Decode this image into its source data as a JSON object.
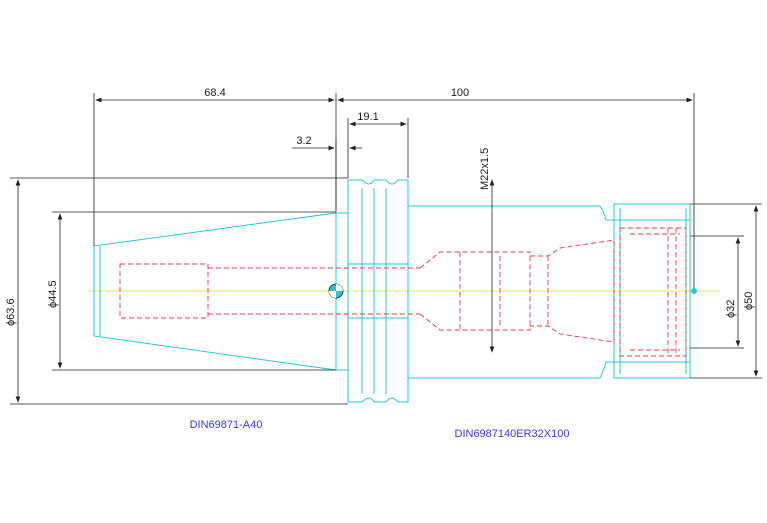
{
  "dimensions": {
    "len_taper": "68.4",
    "len_total": "100",
    "len_flange": "19.1",
    "len_gap": "3.2",
    "thread": "M22x1.5",
    "dia_63": "ϕ63.6",
    "dia_44": "ϕ44.5",
    "dia_50": "ϕ50",
    "dia_32": "ϕ32"
  },
  "captions": {
    "left": "DIN69871-A40",
    "right": "DIN6987140ER32X100"
  },
  "colors": {
    "outline": "#29c6d8",
    "hidden": "#e23b3b",
    "dimension": "#222222",
    "caption": "#3b3bd6",
    "centerline": "#e6e64a"
  }
}
